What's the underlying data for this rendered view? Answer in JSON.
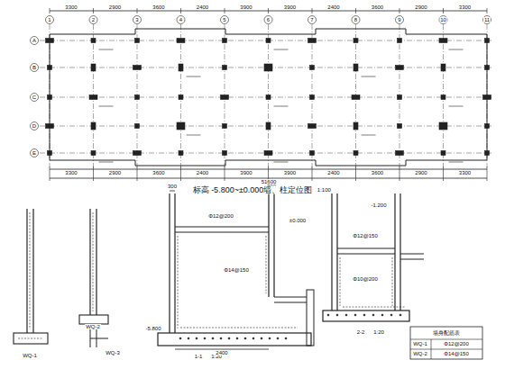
{
  "diagram": {
    "title": "标高 -5.800~±0.000墙、柱定位图",
    "labels": [
      "3300",
      "2900",
      "3600",
      "2400",
      "3900",
      "3900",
      "2400",
      "3600",
      "2900",
      "3300",
      "1",
      "2",
      "3",
      "4",
      "5",
      "6",
      "7",
      "8",
      "9",
      "10",
      "11",
      "A",
      "B",
      "C",
      "D",
      "E",
      "3300",
      "2900",
      "3600",
      "2400",
      "3900",
      "3900",
      "2400",
      "3600",
      "2900",
      "3300",
      "51600",
      "1:100",
      "WQ-1",
      "WQ-2",
      "WQ-3",
      "1-1",
      "1:20",
      "2-2",
      "1:20",
      "Φ12@200",
      "Φ14@150",
      "Φ12@150",
      "Φ10@200",
      "-5.800",
      "±0.000",
      "-1.200",
      "300",
      "300",
      "2400",
      "墙身配筋表",
      "WQ-1",
      "Φ12@200",
      "WQ-2",
      "Φ14@150"
    ]
  }
}
